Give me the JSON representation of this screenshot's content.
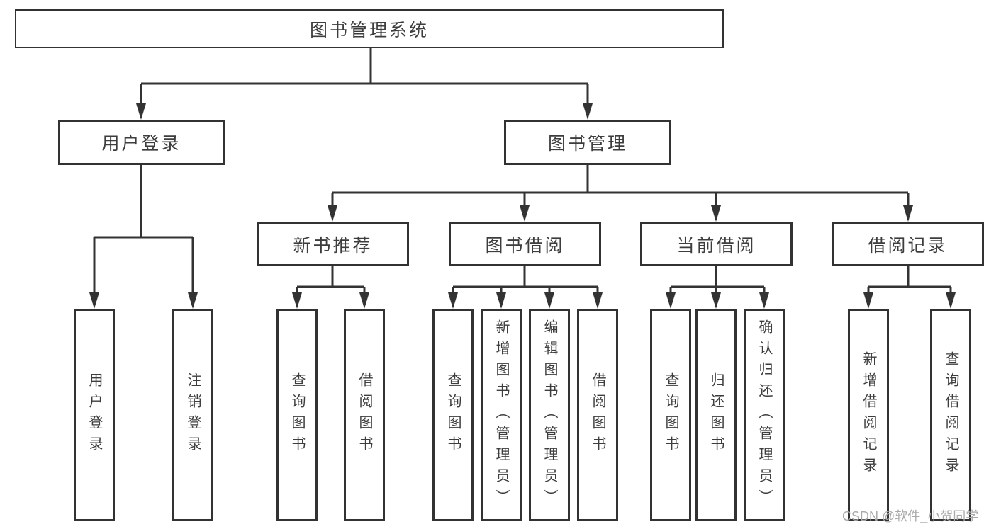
{
  "tree": {
    "root": {
      "label": "图书管理系统"
    },
    "branches": [
      {
        "label": "用户登录",
        "children": [
          {
            "label": "用户登录"
          },
          {
            "label": "注销登录"
          }
        ]
      },
      {
        "label": "图书管理",
        "children": [
          {
            "label": "新书推荐",
            "children": [
              {
                "label": "查询图书"
              },
              {
                "label": "借阅图书"
              }
            ]
          },
          {
            "label": "图书借阅",
            "children": [
              {
                "label": "查询图书"
              },
              {
                "label": "新增图书（管理员）"
              },
              {
                "label": "编辑图书（管理员）"
              },
              {
                "label": "借阅图书"
              }
            ]
          },
          {
            "label": "当前借阅",
            "children": [
              {
                "label": "查询图书"
              },
              {
                "label": "归还图书"
              },
              {
                "label": "确认归还（管理员）"
              }
            ]
          },
          {
            "label": "借阅记录",
            "children": [
              {
                "label": "新增借阅记录"
              },
              {
                "label": "查询借阅记录"
              }
            ]
          }
        ]
      }
    ]
  },
  "watermark": {
    "text": "CSDN @软件_小贺同学"
  },
  "colors": {
    "line": "#333333",
    "box_border": "#323232",
    "text": "#3d3d3d",
    "watermark": "#a9a9a9",
    "background": "#ffffff"
  }
}
